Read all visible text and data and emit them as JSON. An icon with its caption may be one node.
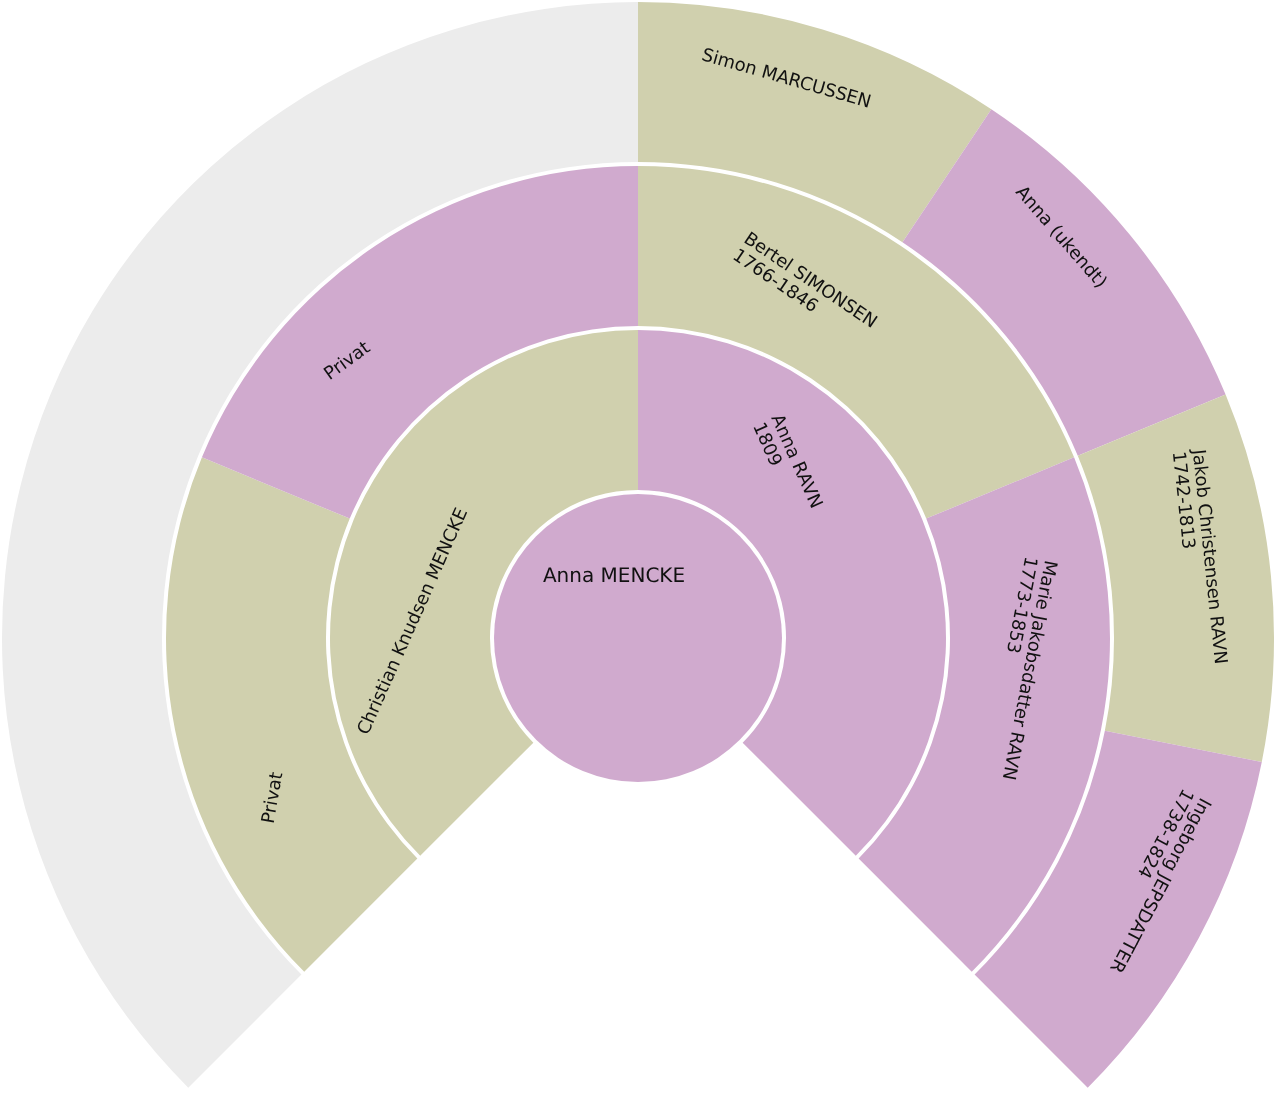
{
  "diagram": {
    "nodes": [
      {
        "text": [
          "Anna MENCKE"
        ]
      },
      {
        "text": [
          "Christian Knudsen MENCKE"
        ]
      },
      {
        "text": [
          "Anna RAVN",
          "1809"
        ]
      },
      {
        "text": [
          "Privat"
        ]
      },
      {
        "text": [
          "Privat"
        ]
      },
      {
        "text": [
          "Bertel SIMONSEN",
          "1766-1846"
        ]
      },
      {
        "text": [
          "Marie Jakobsdatter RAVN",
          "1773-1853"
        ]
      },
      {
        "text": [],
        "shape": "band"
      },
      {
        "text": [
          "Simon MARCUSSEN"
        ]
      },
      {
        "text": [
          "Anna (ukendt)"
        ]
      },
      {
        "text": [
          "Jakob Christensen RAVN",
          "1742-1813"
        ]
      },
      {
        "text": [
          "Ingeborg JEPSDATTER",
          "1738-1824"
        ]
      }
    ]
  }
}
